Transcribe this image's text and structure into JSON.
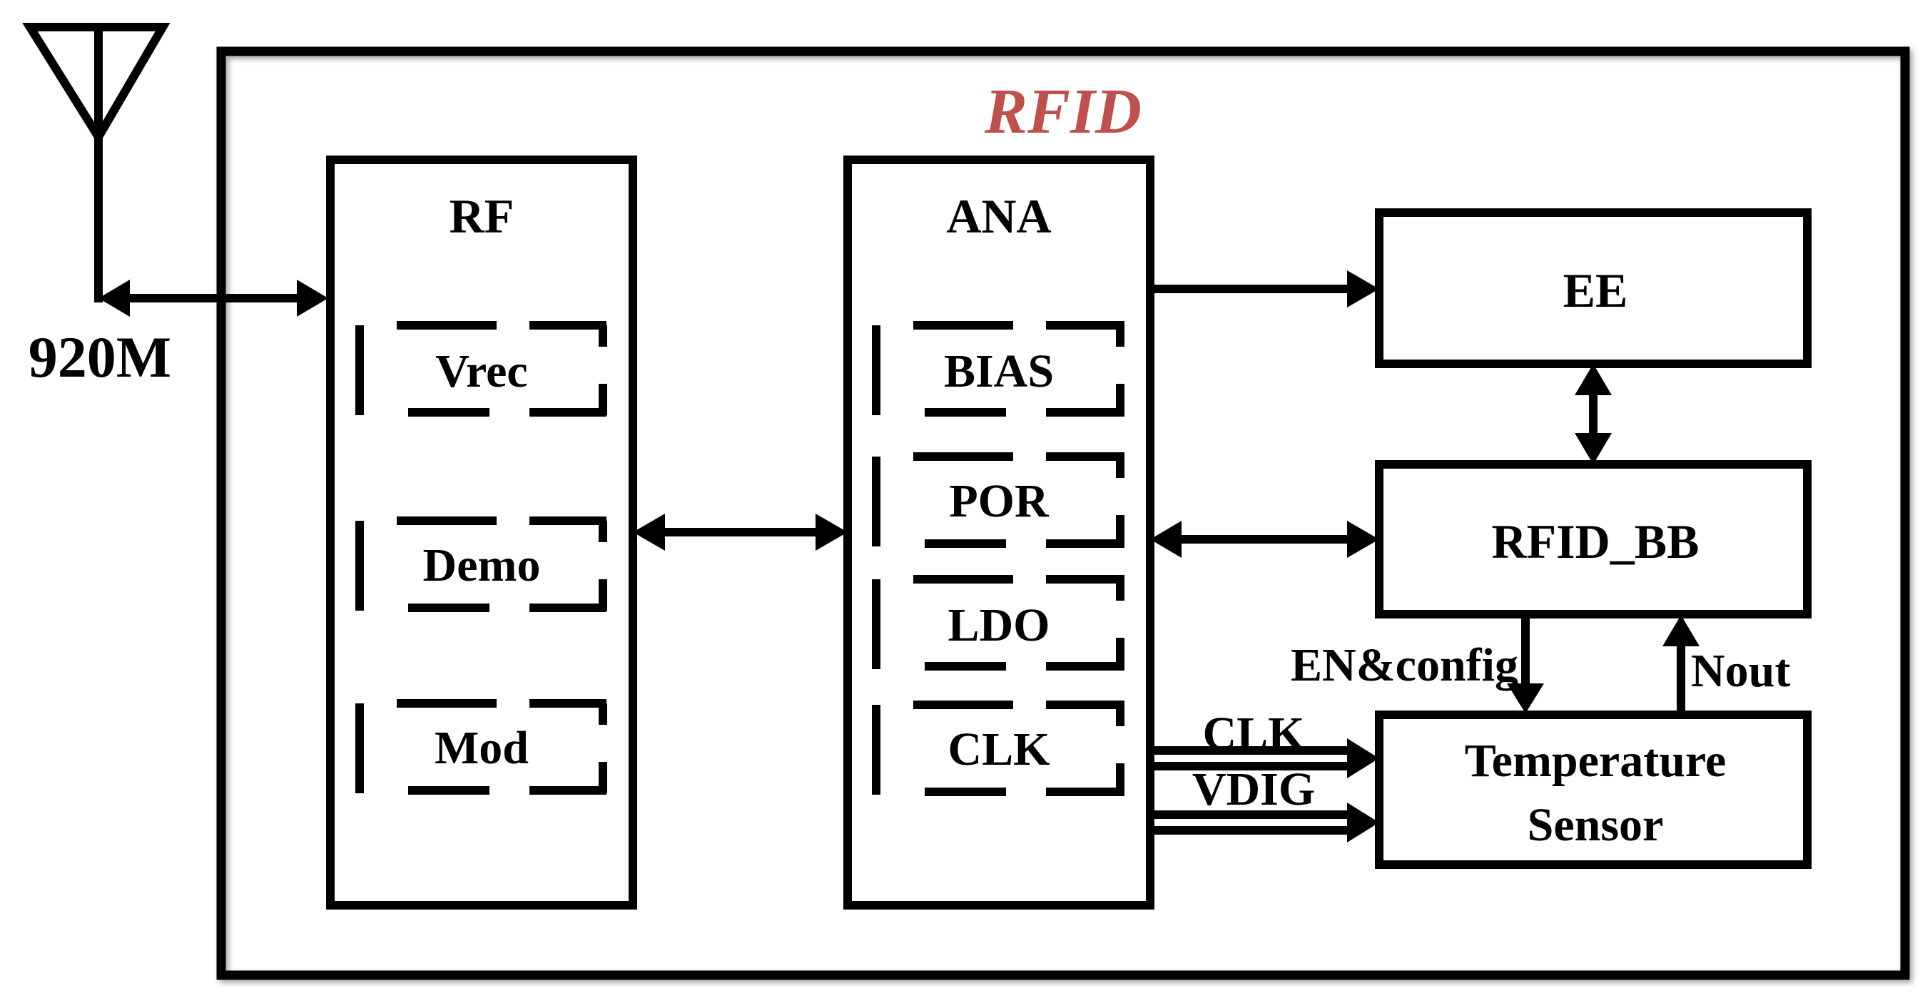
{
  "title": {
    "text": "RFID",
    "color": "#c0504d"
  },
  "antenna": {
    "frequency_label": "920M"
  },
  "blocks": {
    "rf": {
      "label": "RF",
      "sub_blocks": [
        "Vrec",
        "Demo",
        "Mod"
      ]
    },
    "ana": {
      "label": "ANA",
      "sub_blocks": [
        "BIAS",
        "POR",
        "LDO",
        "CLK"
      ]
    },
    "ee": {
      "label": "EE"
    },
    "rfid_bb": {
      "label": "RFID_BB"
    },
    "temperature_sensor": {
      "label_line1": "Temperature",
      "label_line2": "Sensor"
    }
  },
  "signals": {
    "en_config": "EN&config",
    "nout": "Nout",
    "clk": "CLK",
    "vdig": "VDIG"
  }
}
